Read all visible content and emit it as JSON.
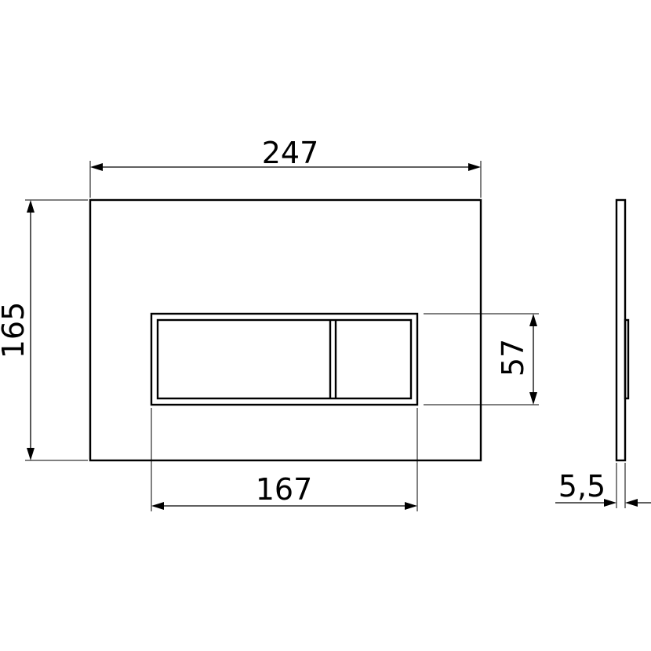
{
  "dimensions": {
    "width": "247",
    "height": "165",
    "button_width": "167",
    "button_height": "57",
    "thickness": "5,5"
  }
}
